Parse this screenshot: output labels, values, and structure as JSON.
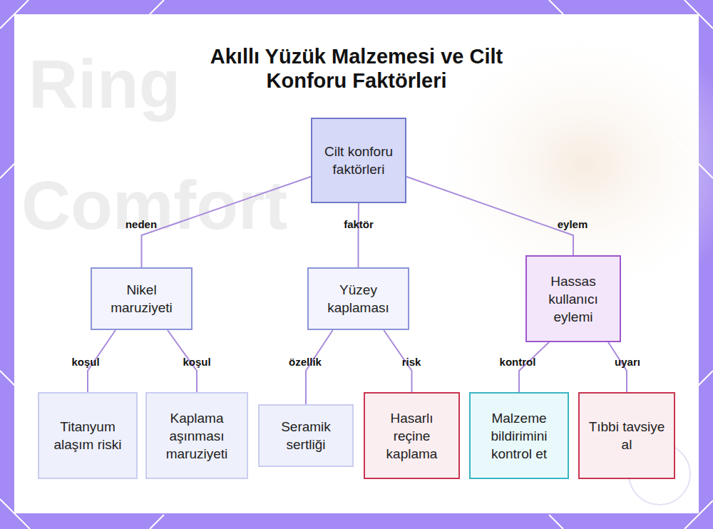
{
  "diagram": {
    "title": "Akıllı Yüzük Malzemesi ve Cilt Konforu Faktörleri",
    "nodes": [
      {
        "text": [
          "Cilt konforu faktörleri"
        ]
      },
      {
        "text": [
          "Nikel maruziyeti"
        ]
      },
      {
        "text": [
          "Yüzey kaplaması"
        ]
      },
      {
        "text": [
          "Hassas kullanıcı eylemi"
        ]
      },
      {
        "text": [
          "Titanyum alaşım riski"
        ]
      },
      {
        "text": [
          "Kaplama aşınması maruziyeti"
        ]
      },
      {
        "text": [
          "Seramik sertliği"
        ]
      },
      {
        "text": [
          "Hasarlı reçine kaplama"
        ]
      },
      {
        "text": [
          "Malzeme bildirimini kontrol et"
        ]
      },
      {
        "text": [
          "Tıbbi tavsiye al"
        ]
      }
    ],
    "edges": [
      {
        "from": 0,
        "to": 1,
        "label": "neden",
        "arrow": "none"
      },
      {
        "from": 0,
        "to": 2,
        "label": "faktör",
        "arrow": "none"
      },
      {
        "from": 0,
        "to": 3,
        "label": "eylem",
        "arrow": "none"
      },
      {
        "from": 1,
        "to": 4,
        "label": "koşul",
        "arrow": "none"
      },
      {
        "from": 1,
        "to": 5,
        "label": "koşul",
        "arrow": "none"
      },
      {
        "from": 2,
        "to": 6,
        "label": "özellik",
        "arrow": "none"
      },
      {
        "from": 2,
        "to": 7,
        "label": "risk",
        "arrow": "none"
      },
      {
        "from": 3,
        "to": 8,
        "label": "kontrol",
        "arrow": "none"
      },
      {
        "from": 3,
        "to": 9,
        "label": "uyarı",
        "arrow": "none"
      }
    ],
    "labels": [
      "Ring",
      "Comfort"
    ]
  }
}
